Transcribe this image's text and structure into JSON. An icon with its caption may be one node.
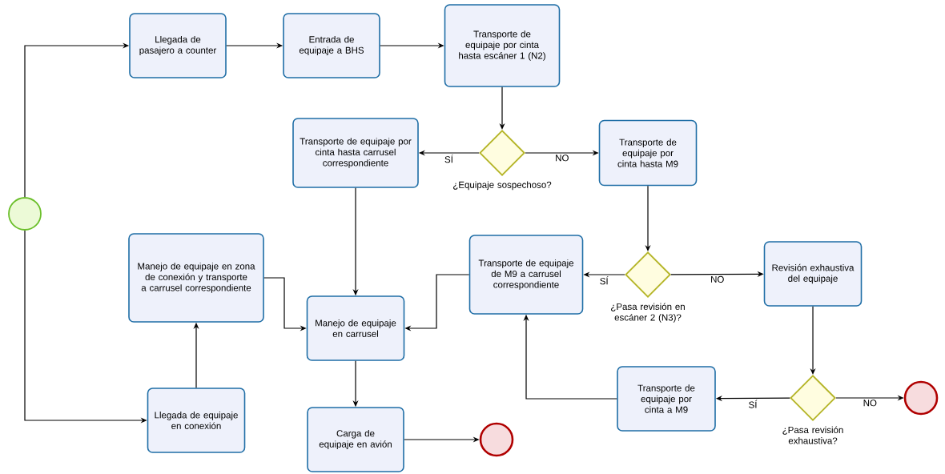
{
  "diagram": {
    "nodes": [
      {
        "text": [],
        "shape": "circle"
      },
      {
        "text": [
          "Llegada de pasajero a counter"
        ]
      },
      {
        "text": [
          "Entrada de equipaje a BHS"
        ]
      },
      {
        "text": [
          "Transporte de equipaje por cinta hasta escáner 1 (N2)"
        ]
      },
      {
        "text": [
          "¿Equipaje sospechoso?"
        ]
      },
      {
        "text": [
          "Transporte de equipaje por cinta hasta carrusel correspondiente"
        ]
      },
      {
        "text": [
          "Transporte de equipaje por cinta hasta M9"
        ]
      },
      {
        "text": [
          "Manejo de equipaje en zona de conexión y transporte a carrusel correspondiente"
        ]
      },
      {
        "text": [
          "Transporte de equipaje de M9 a carrusel correspondiente"
        ]
      },
      {
        "text": [
          "¿Pasa revisión en escáner 2 (N3)?"
        ]
      },
      {
        "text": [
          "Revisión exhaustiva del equipaje"
        ]
      },
      {
        "text": [
          "Manejo de equipaje en carrusel"
        ]
      },
      {
        "text": [
          "Llegada de equipaje en conexión"
        ]
      },
      {
        "text": [
          "Transporte de equipaje por cinta a M9"
        ]
      },
      {
        "text": [
          "¿Pasa revisión exhaustiva?"
        ]
      },
      {
        "text": [],
        "shape": "circle"
      },
      {
        "text": [
          "Carga de equipaje en avión"
        ]
      },
      {
        "text": [],
        "shape": "circle"
      }
    ],
    "edges": [
      {
        "from": 0,
        "to": 1,
        "arrow": "to"
      },
      {
        "from": 0,
        "to": 12,
        "arrow": "to"
      },
      {
        "from": 1,
        "to": 2,
        "arrow": "to"
      },
      {
        "from": 2,
        "to": 3,
        "arrow": "to"
      },
      {
        "from": 3,
        "to": 4,
        "arrow": "to"
      },
      {
        "from": 4,
        "to": 5,
        "arrow": "to",
        "label": "SÍ"
      },
      {
        "from": 4,
        "to": 6,
        "arrow": "to",
        "label": "NO"
      },
      {
        "from": 5,
        "to": 11,
        "arrow": "to"
      },
      {
        "from": 6,
        "to": 9,
        "arrow": "to"
      },
      {
        "from": 9,
        "to": 8,
        "arrow": "to",
        "label": "SÍ"
      },
      {
        "from": 9,
        "to": 10,
        "arrow": "to",
        "label": "NO"
      },
      {
        "from": 7,
        "to": 11,
        "arrow": "to"
      },
      {
        "from": 8,
        "to": 11,
        "arrow": "to"
      },
      {
        "from": 12,
        "to": 7,
        "arrow": "to"
      },
      {
        "from": 10,
        "to": 14,
        "arrow": "to"
      },
      {
        "from": 14,
        "to": 13,
        "arrow": "to",
        "label": "SÍ"
      },
      {
        "from": 14,
        "to": 15,
        "arrow": "to",
        "label": "NO"
      },
      {
        "from": 13,
        "to": 8,
        "arrow": "to"
      },
      {
        "from": 11,
        "to": 16,
        "arrow": "to"
      },
      {
        "from": 16,
        "to": 17,
        "arrow": "to"
      }
    ]
  }
}
